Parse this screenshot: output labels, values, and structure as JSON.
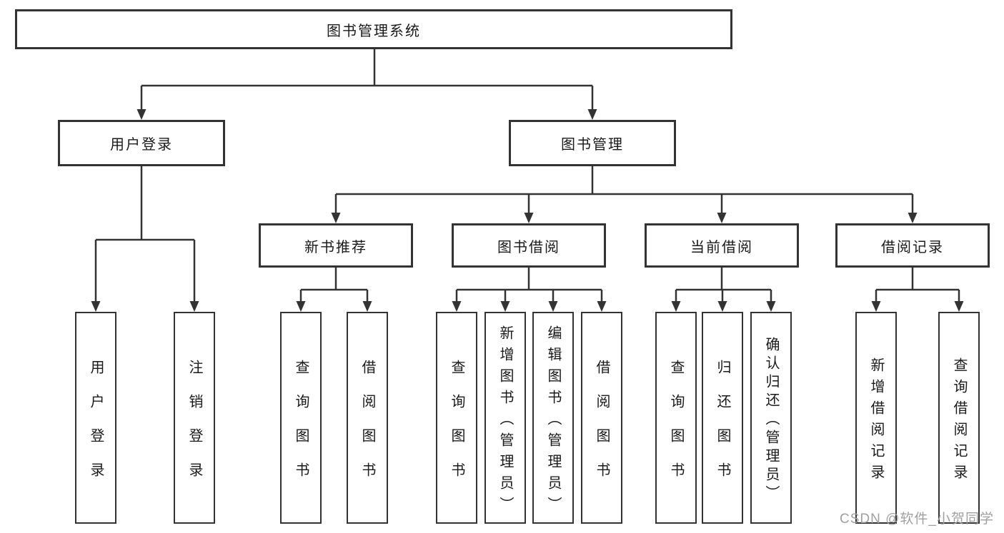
{
  "tree": {
    "label": "图书管理系统",
    "children": [
      {
        "label": "用户登录",
        "children": [
          {
            "label": "用户登录"
          },
          {
            "label": "注销登录"
          }
        ]
      },
      {
        "label": "图书管理",
        "children": [
          {
            "label": "新书推荐",
            "children": [
              {
                "label": "查询图书"
              },
              {
                "label": "借阅图书"
              }
            ]
          },
          {
            "label": "图书借阅",
            "children": [
              {
                "label": "查询图书"
              },
              {
                "label": "新增图书（管理员）"
              },
              {
                "label": "编辑图书（管理员）"
              },
              {
                "label": "借阅图书"
              }
            ]
          },
          {
            "label": "当前借阅",
            "children": [
              {
                "label": "查询图书"
              },
              {
                "label": "归还图书"
              },
              {
                "label": "确认归还（管理员）"
              }
            ]
          },
          {
            "label": "借阅记录",
            "children": [
              {
                "label": "新增借阅记录"
              },
              {
                "label": "查询借阅记录"
              }
            ]
          }
        ]
      }
    ]
  },
  "watermark": {
    "text": "CSDN @软件_小贺同学"
  },
  "colors": {
    "line": "#333333",
    "box_border": "#333333",
    "text": "#1a1a1a",
    "watermark": "#a0a0a0",
    "background": "#ffffff"
  }
}
